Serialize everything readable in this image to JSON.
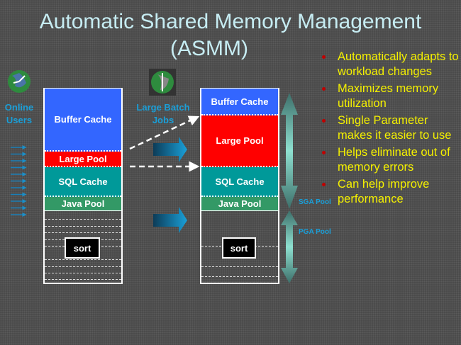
{
  "title": {
    "line1": "Automatic Shared Memory Management",
    "line2": "(ASMM)"
  },
  "left": {
    "label": "Online Users",
    "icon": "clock-globe-icon"
  },
  "middle": {
    "label": "Large Batch Jobs",
    "icon": "clock-globe-icon"
  },
  "before": {
    "buffer": "Buffer Cache",
    "large": "Large Pool",
    "sql": "SQL Cache",
    "java": "Java Pool",
    "sort": "sort"
  },
  "after": {
    "buffer": "Buffer Cache",
    "large": "Large Pool",
    "sql": "SQL Cache",
    "java": "Java Pool",
    "sort": "sort"
  },
  "pools": {
    "sga": "SGA Pool",
    "pga": "PGA Pool"
  },
  "bullets": [
    "Automatically adapts to workload changes",
    "Maximizes memory utilization",
    "Single Parameter makes it easier to use",
    "Helps eliminate out of memory errors",
    "Can help improve performance"
  ],
  "colors": {
    "buffer": "#3366ff",
    "large": "#ff0000",
    "sql": "#009999",
    "java": "#339966",
    "bullet_text": "#f4f000",
    "bullet_dot": "#c00000"
  }
}
